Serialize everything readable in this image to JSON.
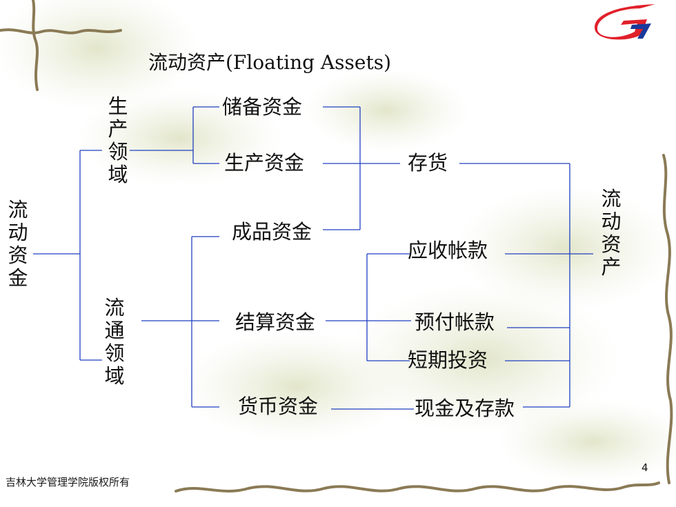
{
  "title": "流动资产(Floating Assets)",
  "left_label": "流动资金",
  "right_label": "流动资产",
  "domains": {
    "production": "生产领域",
    "circulation": "流通领域"
  },
  "funds": {
    "reserve": "储备资金",
    "production": "生产资金",
    "finished": "成品资金",
    "settlement": "结算资金",
    "monetary": "货币资金"
  },
  "assets": {
    "inventory": "存货",
    "receivable": "应收帐款",
    "prepaid": "预付帐款",
    "short_invest": "短期投资",
    "cash": "现金及存款"
  },
  "footer": "吉林大学管理学院版权所有",
  "page_number": "4",
  "colors": {
    "line": "#1f3fbf",
    "text": "#111111",
    "logo_red": "#e0202a",
    "logo_blue": "#1a3a9a",
    "vine": "#7a6a4a",
    "leaf": "#c9cfa6"
  }
}
